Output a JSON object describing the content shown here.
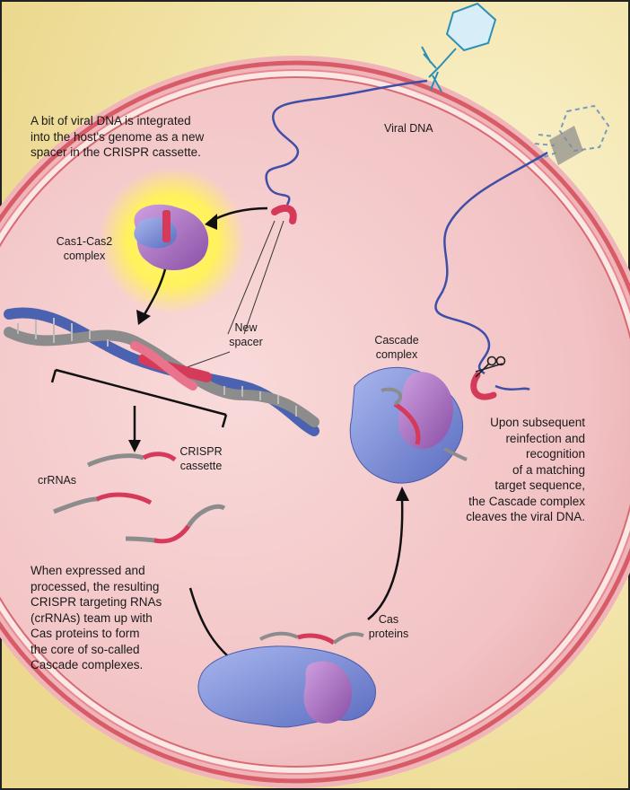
{
  "labels": {
    "integration_text": "A bit of viral DNA is integrated\ninto the host's genome as a new\nspacer in the CRISPR cassette.",
    "viral_dna": "Viral DNA",
    "cas1_cas2": "Cas1-Cas2\ncomplex",
    "new_spacer": "New\nspacer",
    "cascade_complex": "Cascade\ncomplex",
    "crispr_cassette": "CRISPR\ncassette",
    "crrnas": "crRNAs",
    "reinfection_text": "Upon subsequent\nreinfection and\nrecognition\nof a matching\ntarget sequence,\nthe Cascade complex\ncleaves the viral DNA.",
    "expression_text": "When expressed and\nprocessed, the resulting\nCRISPR targeting RNAs\n(crRNAs) team up with\nCas proteins to form\nthe core of so-called\nCascade complexes.",
    "cas_proteins": "Cas\nproteins"
  },
  "colors": {
    "cell_fill": "#f4c6c8",
    "cell_membrane": "#d9656e",
    "background_glow": "#f3e6a8",
    "dna_blue": "#4a62b0",
    "dna_gray": "#8c8c8c",
    "spacer_red": "#d63a5a",
    "protein_blue": "#7d8fd6",
    "protein_purple": "#a86bc0",
    "phage_outline": "#3aa0c8"
  },
  "icons": {
    "phage": "bacteriophage-icon",
    "scissors": "scissors-icon"
  }
}
